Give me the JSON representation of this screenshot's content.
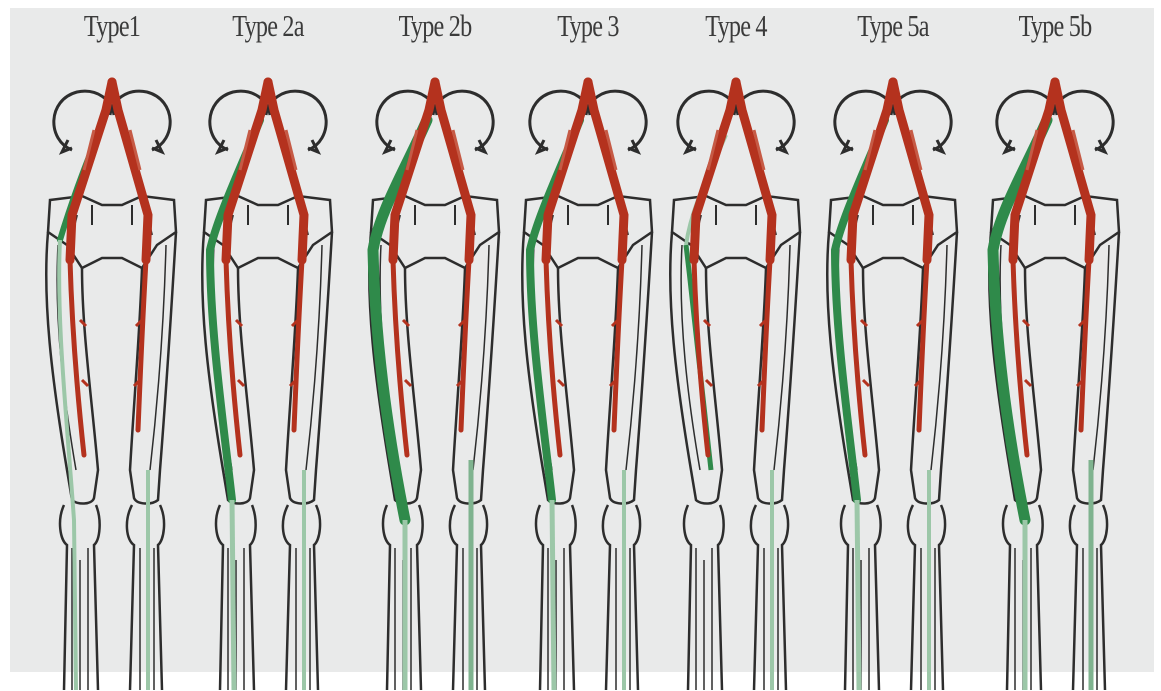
{
  "diagram": {
    "types": [
      {
        "label": "Type1",
        "variant": "1"
      },
      {
        "label": "Type 2a",
        "variant": "2a"
      },
      {
        "label": "Type 2b",
        "variant": "2b"
      },
      {
        "label": "Type 3",
        "variant": "3"
      },
      {
        "label": "Type 4",
        "variant": "4"
      },
      {
        "label": "Type 5a",
        "variant": "5a"
      },
      {
        "label": "Type 5b",
        "variant": "5b"
      }
    ],
    "colors": {
      "background": "#e9eaea",
      "outline": "#2d2d2d",
      "artery": "#b4321e",
      "graft_green": "#2f8a4a",
      "graft_light": "#9cc7a8"
    }
  }
}
